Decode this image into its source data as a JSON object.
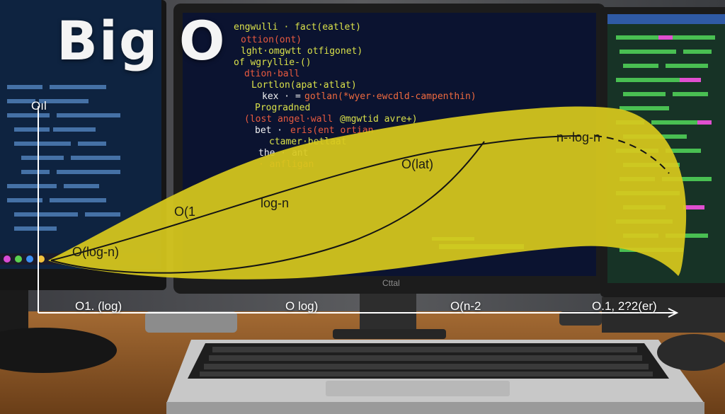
{
  "title": "Big O",
  "y_axis_label": "Oıl",
  "curve_labels": {
    "o1": "O(1",
    "olog_n": "O(log-n)",
    "log_n": "log-n",
    "olat": "O(lat)",
    "n_log_n": "n-·log-n"
  },
  "x_axis_labels": [
    "O1. (log)",
    "O log)",
    "O(n-2",
    "O.1, 2?2(er)"
  ],
  "monitor_badge": "Cttal",
  "colors": {
    "blob": "#d7c81d",
    "axes": "#ffffff",
    "curves": "#111111"
  },
  "icons": [
    "monitor-left",
    "monitor-center",
    "monitor-right",
    "keyboard",
    "mouse",
    "laptop"
  ]
}
